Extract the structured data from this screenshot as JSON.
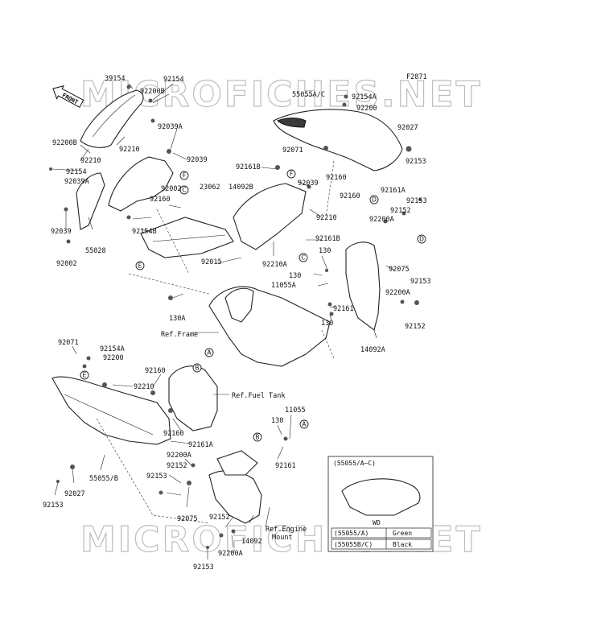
{
  "diagram_code": "F2871",
  "watermark": "MICROFICHES.NET",
  "front_label": "FRONT",
  "part_labels": {
    "p39154": "39154",
    "p92154_a": "92154",
    "p92200B_a": "92200B",
    "p92200B_b": "92200B",
    "p92210_a": "92210",
    "p92154_b": "92154",
    "p92039A_a": "92039A",
    "p92039_a": "92039",
    "p92039A_b": "92039A",
    "p92210_b": "92210",
    "p92002_a": "92002",
    "p92039_b": "92039",
    "p55028": "55028",
    "p92002_b": "92002",
    "p92160_a": "92160",
    "p92154B": "92154B",
    "p23062": "23062",
    "p14092B": "14092B",
    "p92161B_a": "92161B",
    "p92039_c": "92039",
    "p55055AC": "55055A/C",
    "p92154A_a": "92154A",
    "p92200_a": "92200",
    "p92027_a": "92027",
    "p92071_a": "92071",
    "p92153_a": "92153",
    "p92160_b": "92160",
    "p92160_c": "92160",
    "p92161A_a": "92161A",
    "p92153_b": "92153",
    "p92210_c": "92210",
    "p92200A_a": "92200A",
    "p92152_a": "92152",
    "p92161B_b": "92161B",
    "p130_a": "130",
    "p92210A": "92210A",
    "p92015": "92015",
    "p130_b": "130",
    "p11055A": "11055A",
    "p92075_a": "92075",
    "p92200A_b": "92200A",
    "p92153_c": "92153",
    "p130A": "130A",
    "p92161_a": "92161",
    "p130_c": "130",
    "p92152_b": "92152",
    "p14092A": "14092A",
    "p92071_b": "92071",
    "p92154A_b": "92154A",
    "p92200_b": "92200",
    "p92160_d": "92160",
    "p92210_d": "92210",
    "p11055": "11055",
    "p130_d": "130",
    "p92160_e": "92160",
    "p92161A_b": "92161A",
    "p92200A_c": "92200A",
    "p92152_c": "92152",
    "p92153_d": "92153",
    "p92161_b": "92161",
    "p55055B": "55055/B",
    "p92027_b": "92027",
    "p92153_e": "92153",
    "p92075_b": "92075",
    "p92152_d": "92152",
    "p14092": "14092",
    "p92200A_d": "92200A",
    "p92153_f": "92153"
  },
  "ref_labels": {
    "ref_frame": "Ref.Frame",
    "ref_fuel_tank": "Ref.Fuel Tank",
    "ref_engine_mount_1": "Ref.Engine",
    "ref_engine_mount_2": "Mount"
  },
  "callouts": [
    "A",
    "B",
    "C",
    "D",
    "E",
    "F"
  ],
  "inset": {
    "title": "(55055/A~C)",
    "header": "WD",
    "rows": [
      {
        "code": "(55055/A)",
        "color": "Green"
      },
      {
        "code": "(55055B/C)",
        "color": "Black"
      }
    ]
  }
}
